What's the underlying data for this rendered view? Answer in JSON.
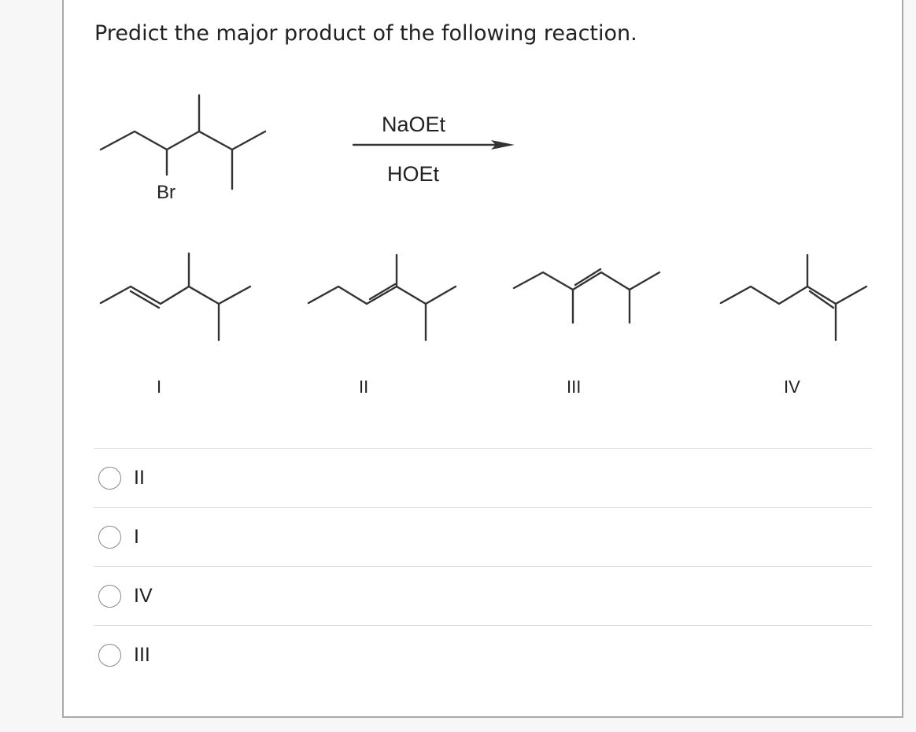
{
  "question": {
    "prompt": "Predict the major product of the following reaction."
  },
  "reaction": {
    "reactant_substituent": "Br",
    "reagent_above": "NaOEt",
    "reagent_below": "HOEt"
  },
  "products": [
    {
      "label": "I"
    },
    {
      "label": "II"
    },
    {
      "label": "III"
    },
    {
      "label": "IV"
    }
  ],
  "choices": [
    {
      "label": "II",
      "selected": false
    },
    {
      "label": "I",
      "selected": false
    },
    {
      "label": "IV",
      "selected": false
    },
    {
      "label": "III",
      "selected": false
    }
  ],
  "colors": {
    "text": "#222222",
    "bond": "#333333",
    "card_border": "#a9a9a9",
    "divider": "#d6d6d6"
  }
}
